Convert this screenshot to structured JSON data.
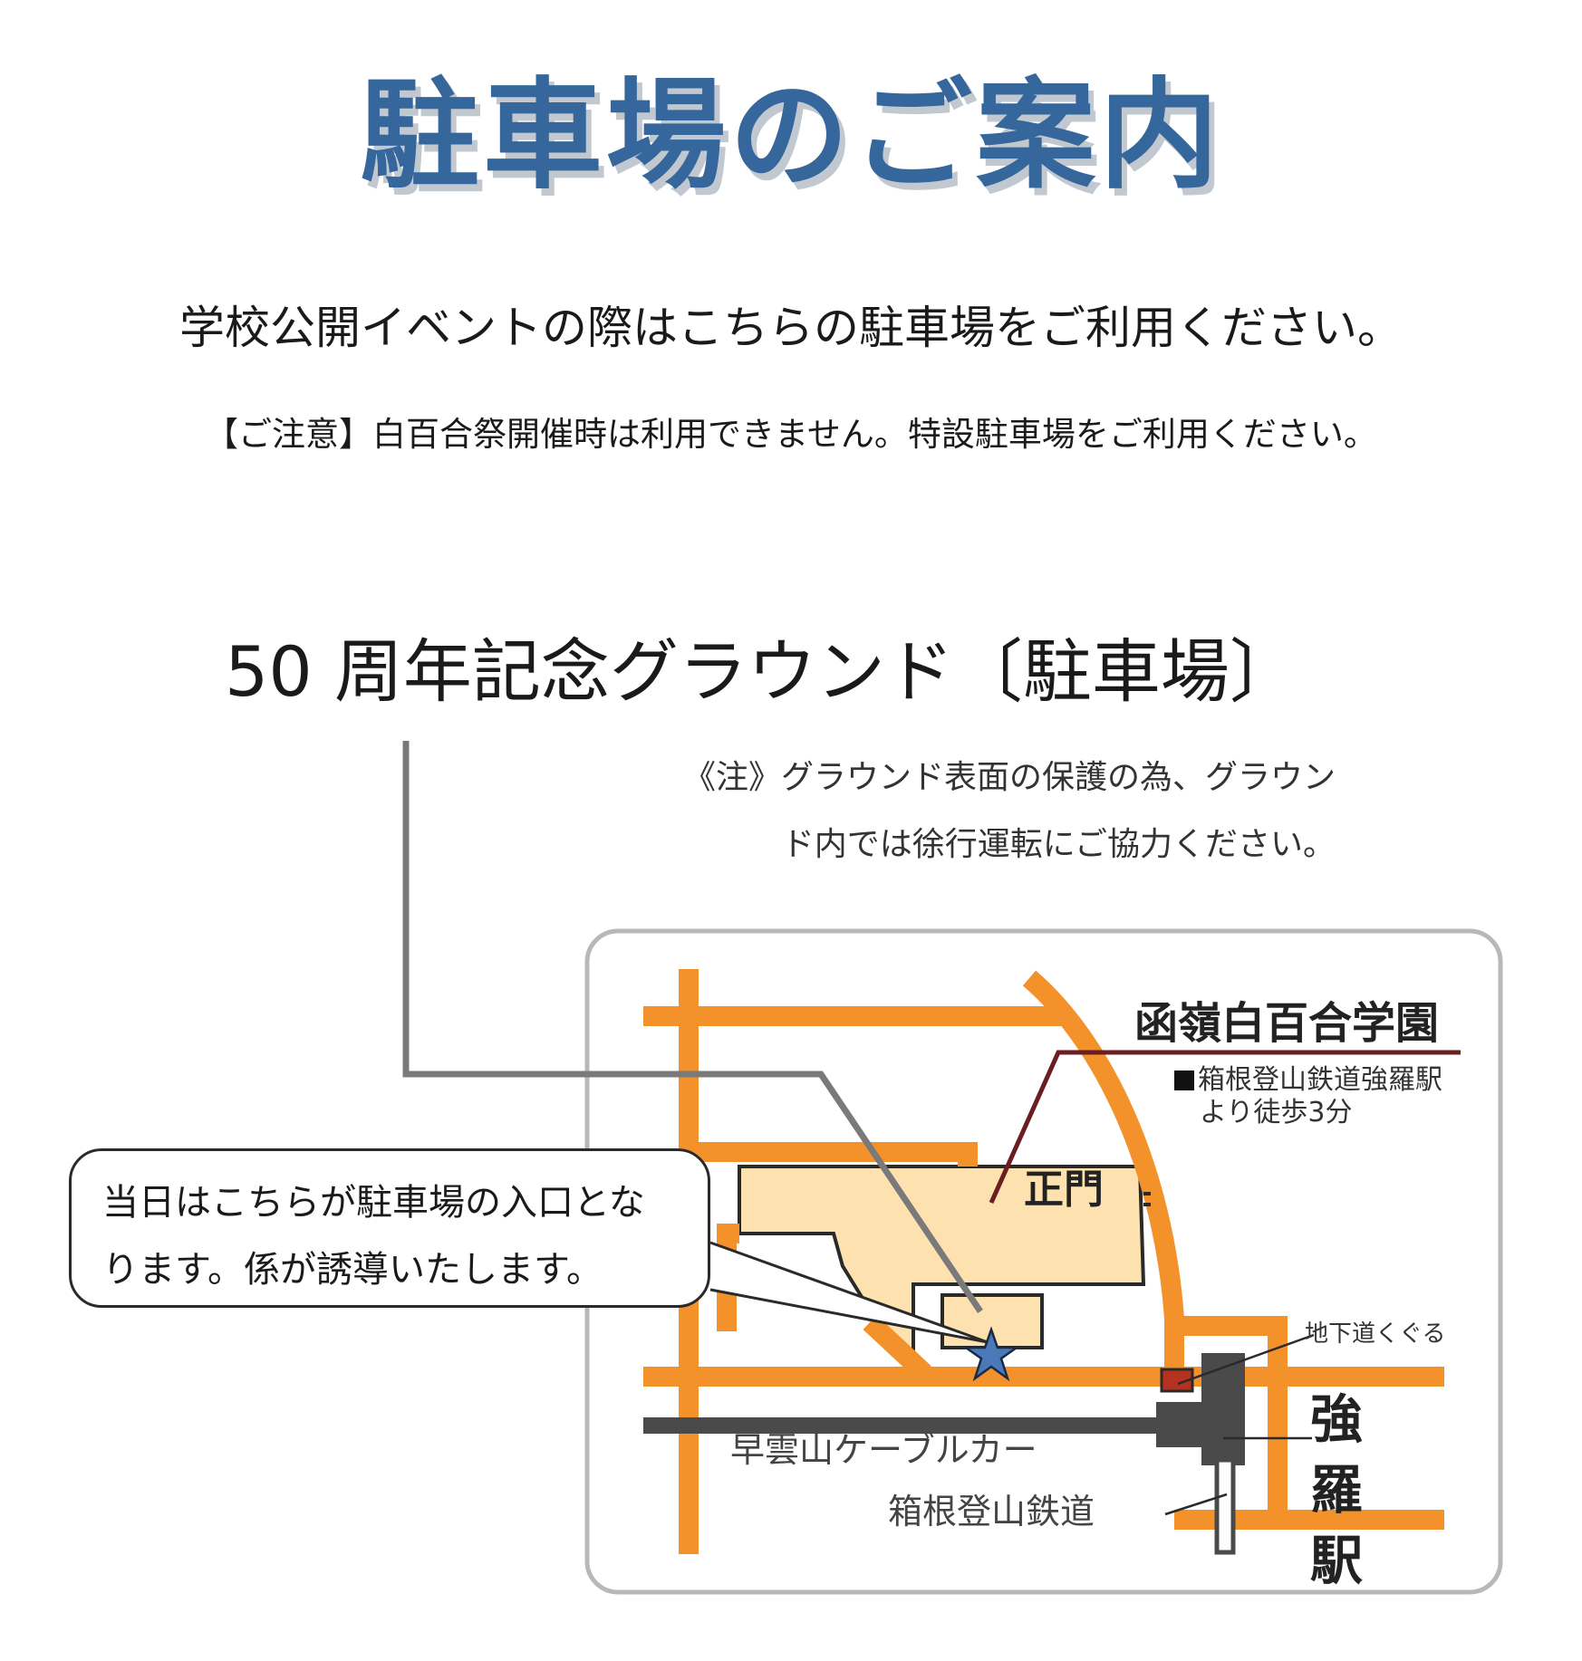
{
  "header": {
    "title": "駐車場のご案内",
    "lead": "学校公開イベントの際はこちらの駐車場をご利用ください。",
    "note": "【ご注意】白百合祭開催時は利用できません。特設駐車場をご利用ください。"
  },
  "parking": {
    "title": "50 周年記念グラウンド〔駐車場〕",
    "caution_line1": "《注》グラウンド表面の保護の為、グラウン",
    "caution_line2": "ド内では徐行運転にご協力ください。"
  },
  "map": {
    "school_name": "函嶺白百合学園",
    "access_line1": "箱根登山鉄道強羅駅",
    "access_line2": "より徒歩3分",
    "gate_label": "正門",
    "underpass_label": "地下道くぐる",
    "station_label": "強羅駅",
    "cable_label": "早雲山ケーブルカー",
    "railway_label": "箱根登山鉄道",
    "callout_line1": "当日はこちらが駐車場の入口とな",
    "callout_line2": "ります。係が誘導いたします。",
    "colors": {
      "road": "#f3912b",
      "campus": "#fde2b0",
      "rail": "#4a4a4a",
      "entrance_star": "#4a78b8",
      "gate_icon": "#b53220",
      "leader_line": "#6b1e22"
    }
  }
}
